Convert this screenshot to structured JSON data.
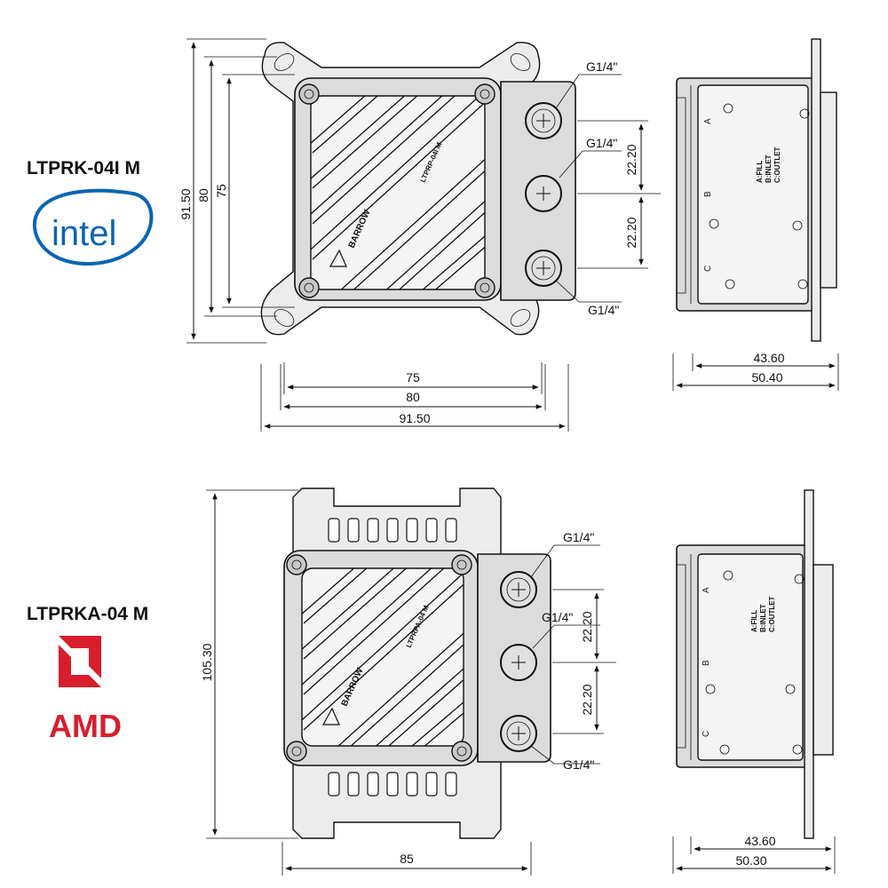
{
  "intel": {
    "model": "LTPRK-04I M",
    "logo_text": "intel",
    "engraving": "LTPRP-04I M",
    "brand": "BARROW",
    "dims": {
      "height_outer": "91.50",
      "height_mid": "80",
      "height_inner": "75",
      "width_inner": "75",
      "width_mid": "80",
      "width_outer": "91.50",
      "port_spacing_1": "22.20",
      "port_spacing_2": "22.20",
      "side_depth": "43.60",
      "side_total": "50.40"
    },
    "threads": [
      "G1/4\"",
      "G1/4\"",
      "G1/4\""
    ],
    "port_letters": [
      "A",
      "B",
      "C"
    ],
    "legend": [
      "A:FILL",
      "B:INLET",
      "C:OUTLET"
    ]
  },
  "amd": {
    "model": "LTPRKA-04 M",
    "logo_text": "AMD",
    "engraving": "LTPRPA-04 M",
    "brand": "BARROW",
    "dims": {
      "height_outer": "105.30",
      "width_outer": "85",
      "port_spacing_1": "22.20",
      "port_spacing_2": "22.20",
      "side_depth": "43.60",
      "side_total": "50.30"
    },
    "threads": [
      "G1/4\"",
      "G1/4\"",
      "G1/4\""
    ],
    "port_letters": [
      "A",
      "B",
      "C"
    ],
    "legend": [
      "A:FILL",
      "B:INLET",
      "C:OUTLET"
    ]
  },
  "colors": {
    "intel_blue": "#0a64b4",
    "amd_red": "#d81e2c",
    "line": "#111111",
    "metal": "#dcdcdc"
  }
}
